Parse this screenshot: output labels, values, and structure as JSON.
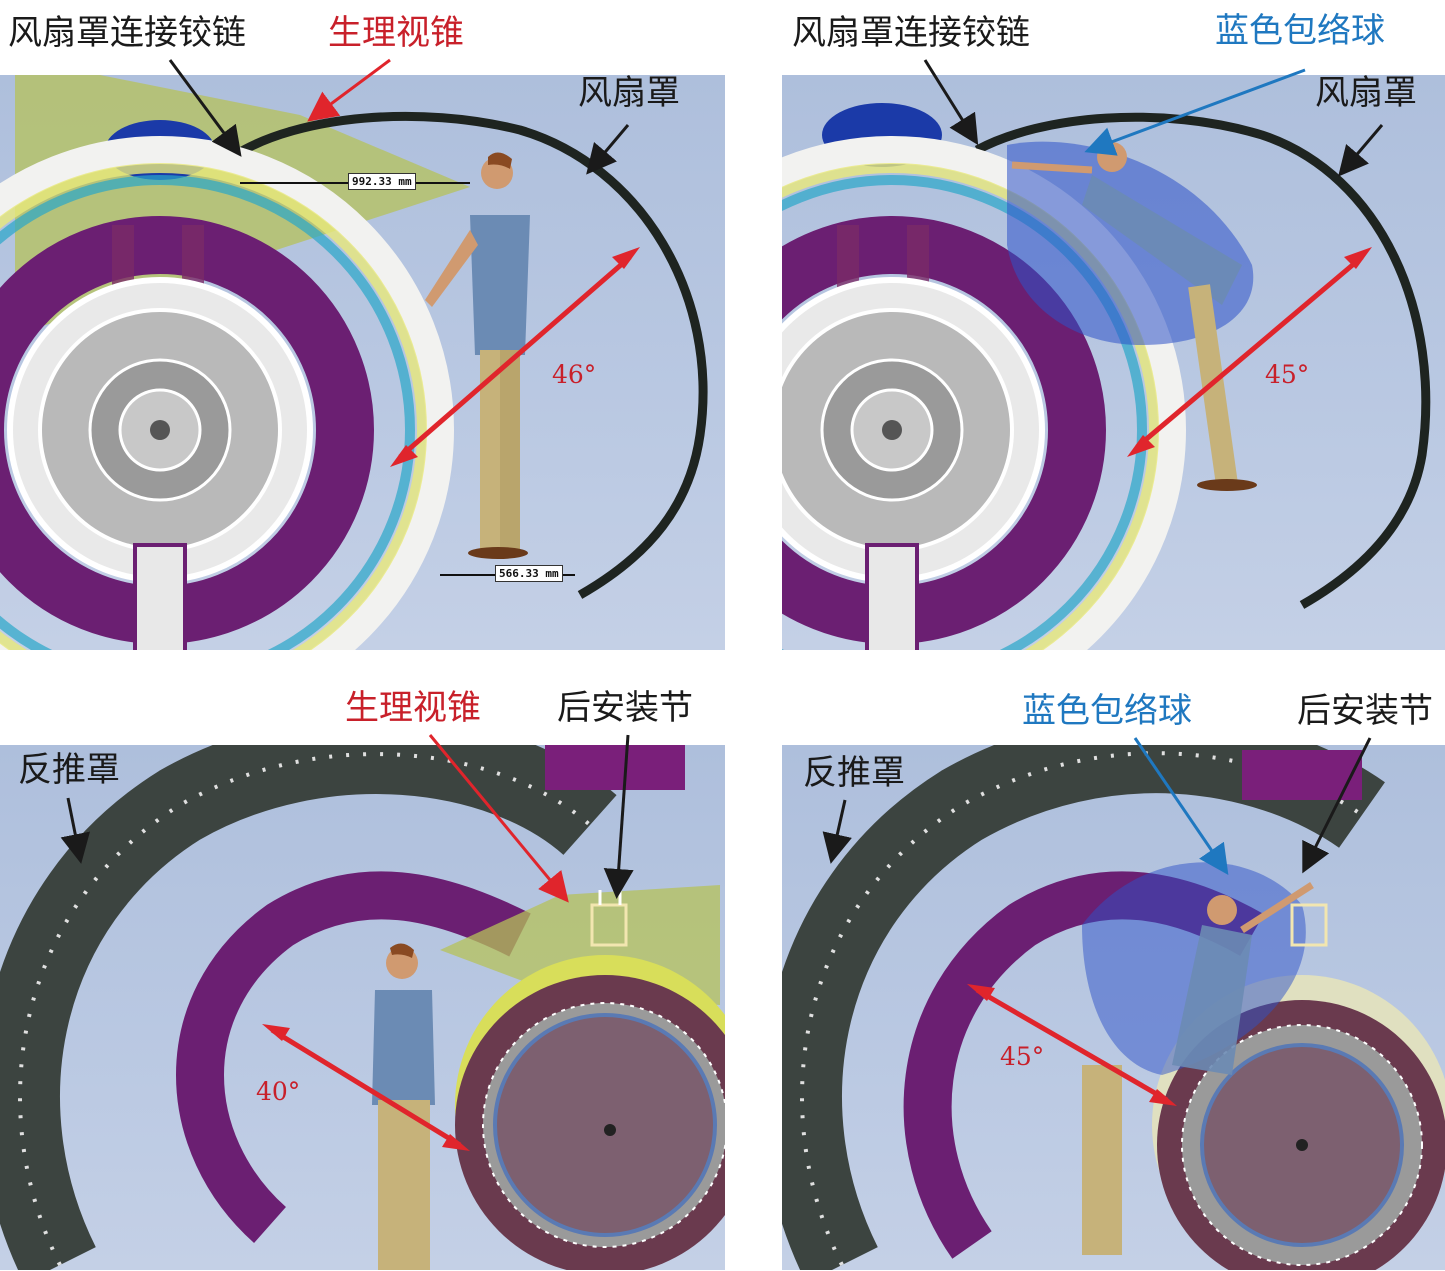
{
  "panels": {
    "top_left": {
      "hinge_label": "风扇罩连接铰链",
      "cone_label": "生理视锥",
      "cowl_label": "风扇罩",
      "angle": "46°",
      "dist_eye": "992.33 mm",
      "dist_foot": "566.33 mm"
    },
    "top_right": {
      "hinge_label": "风扇罩连接铰链",
      "envelope_label": "蓝色包络球",
      "cowl_label": "风扇罩",
      "angle": "45°"
    },
    "bottom_left": {
      "reverser_label": "反推罩",
      "cone_label": "生理视锥",
      "mount_label": "后安装节",
      "angle": "40°"
    },
    "bottom_right": {
      "reverser_label": "反推罩",
      "envelope_label": "蓝色包络球",
      "mount_label": "后安装节",
      "angle": "45°"
    }
  },
  "colors": {
    "label_black": "#1a1a1a",
    "label_red": "#c8202a",
    "label_blue": "#1f78c0",
    "arrow_red": "#e0252c",
    "background_sky": "#b9c8e2",
    "nacelle_purple": "#6b1f72",
    "reverser_dark": "#3c4440",
    "vision_cone": "#b8c060"
  },
  "icons": [
    "arrow-icon",
    "double-arrow-icon",
    "human-figure-icon"
  ]
}
